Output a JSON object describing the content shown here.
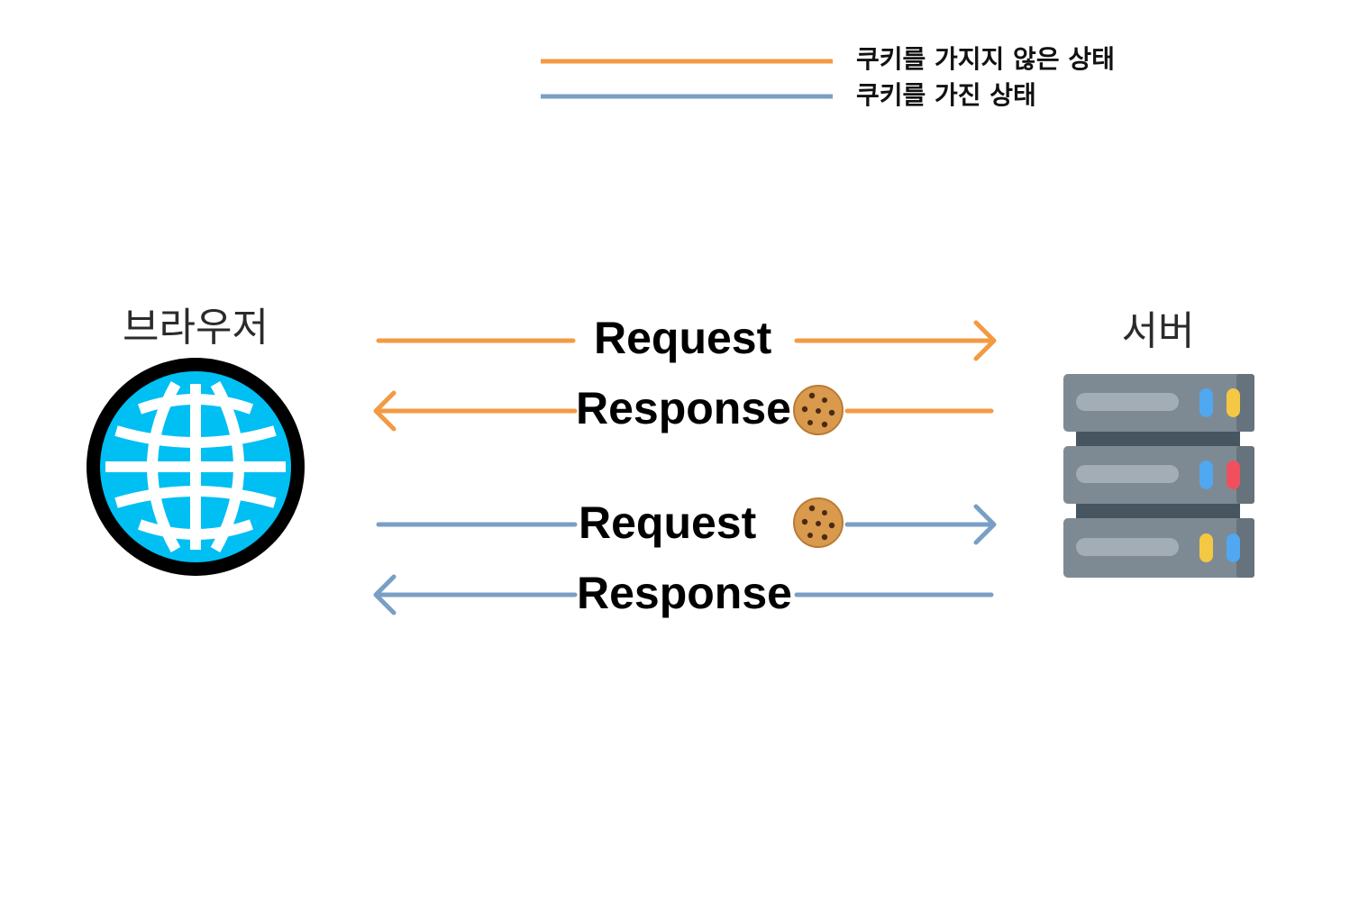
{
  "legend": {
    "items": [
      {
        "label": "쿠키를 가지지 않은 상태",
        "color": "#F39A43"
      },
      {
        "label": "쿠키를 가진 상태",
        "color": "#7A9FC6"
      }
    ]
  },
  "nodes": {
    "browser": {
      "title": "브라우저",
      "icon": "globe-icon"
    },
    "server": {
      "title": "서버",
      "icon": "server-rack-icon"
    }
  },
  "messages": [
    {
      "label": "Request",
      "direction": "to-server",
      "color": "#F39A43",
      "cookie": false
    },
    {
      "label": "Response",
      "direction": "to-browser",
      "color": "#F39A43",
      "cookie": true
    },
    {
      "label": "Request",
      "direction": "to-server",
      "color": "#7A9FC6",
      "cookie": true
    },
    {
      "label": "Response",
      "direction": "to-browser",
      "color": "#7A9FC6",
      "cookie": false
    }
  ],
  "colors": {
    "no_cookie": "#F39A43",
    "with_cookie": "#7A9FC6",
    "globe_blue": "#00BFF3",
    "server_body": "#7E8A93",
    "server_frame": "#46555F"
  }
}
